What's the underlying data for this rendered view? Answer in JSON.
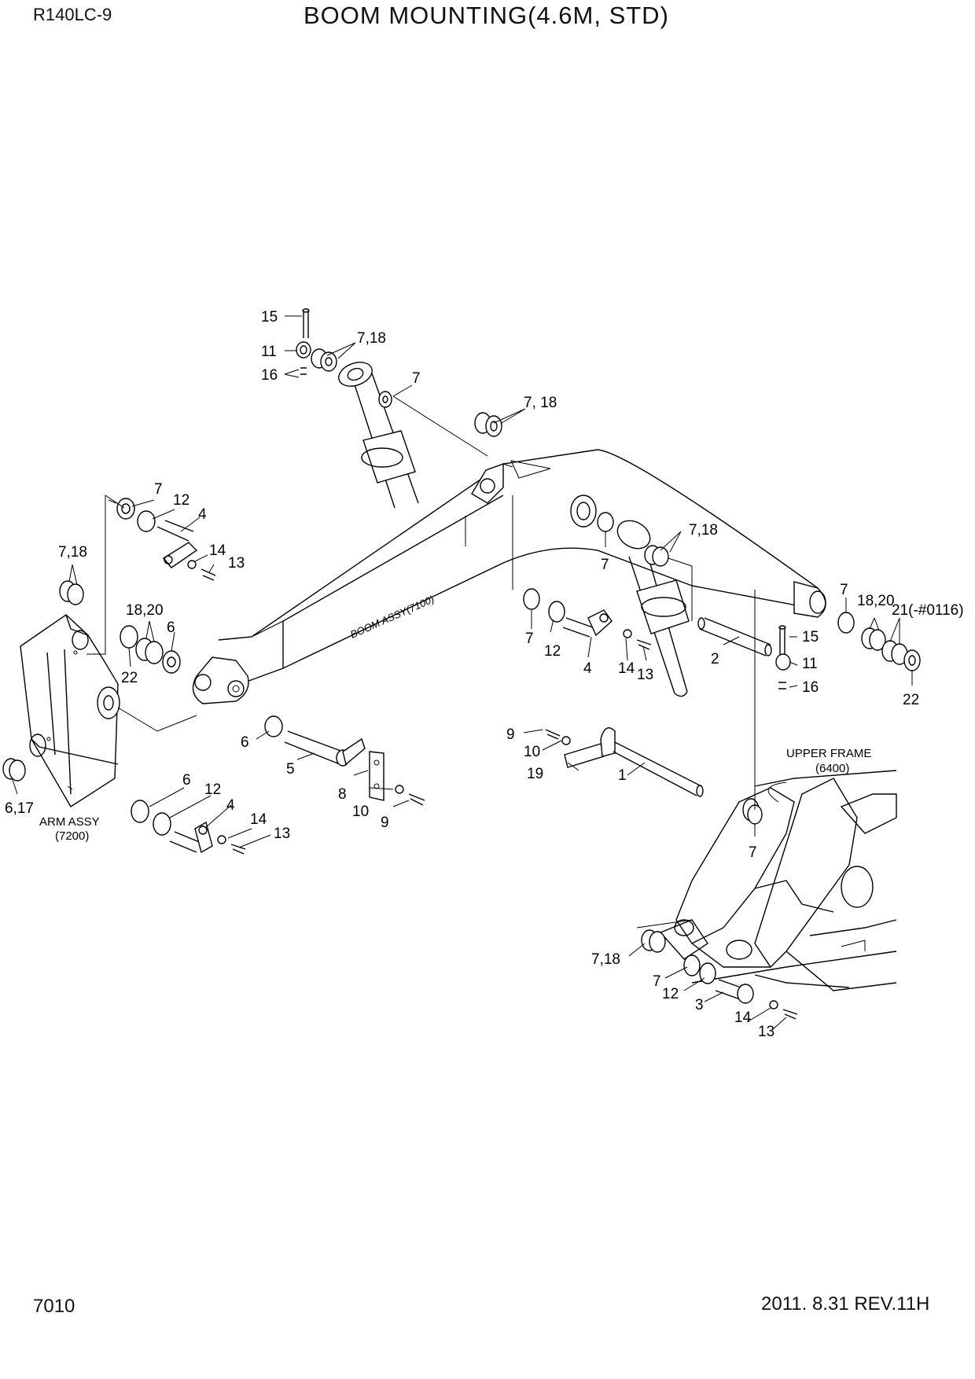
{
  "header": {
    "model": "R140LC-9",
    "title": "BOOM MOUNTING(4.6M, STD)"
  },
  "footer": {
    "page_number": "7010",
    "revision": "2011. 8.31  REV.11H"
  },
  "assemblies": {
    "boom": "BOOM ASSY(7100)",
    "arm_name": "ARM ASSY",
    "arm_ref": "(7200)",
    "frame_name": "UPPER FRAME",
    "frame_ref": "(6400)"
  },
  "callouts": {
    "c1": "15",
    "c2": "11",
    "c3": "16",
    "c4": "7,18",
    "c5": "7",
    "c6": "7, 18",
    "c7": "7",
    "c8": "12",
    "c9": "4",
    "c10": "14",
    "c11": "13",
    "c12": "7,18",
    "c13": "18,20",
    "c14": "6",
    "c15": "22",
    "c16": "6,17",
    "c17": "6",
    "c18": "5",
    "c19": "8",
    "c20": "10",
    "c21": "9",
    "c22": "6",
    "c23": "12",
    "c24": "4",
    "c25": "14",
    "c26": "13",
    "c27": "7",
    "c28": "7,18",
    "c29": "7",
    "c30": "12",
    "c31": "4",
    "c32": "14",
    "c33": "13",
    "c34": "2",
    "c35": "15",
    "c36": "11",
    "c37": "16",
    "c38": "7",
    "c39": "18,20",
    "c40": "21(-#0116)",
    "c41": "22",
    "c42": "9",
    "c43": "10",
    "c44": "19",
    "c45": "1",
    "c46": "7",
    "c47": "7,18",
    "c48": "7",
    "c49": "12",
    "c50": "3",
    "c51": "14",
    "c52": "13"
  }
}
